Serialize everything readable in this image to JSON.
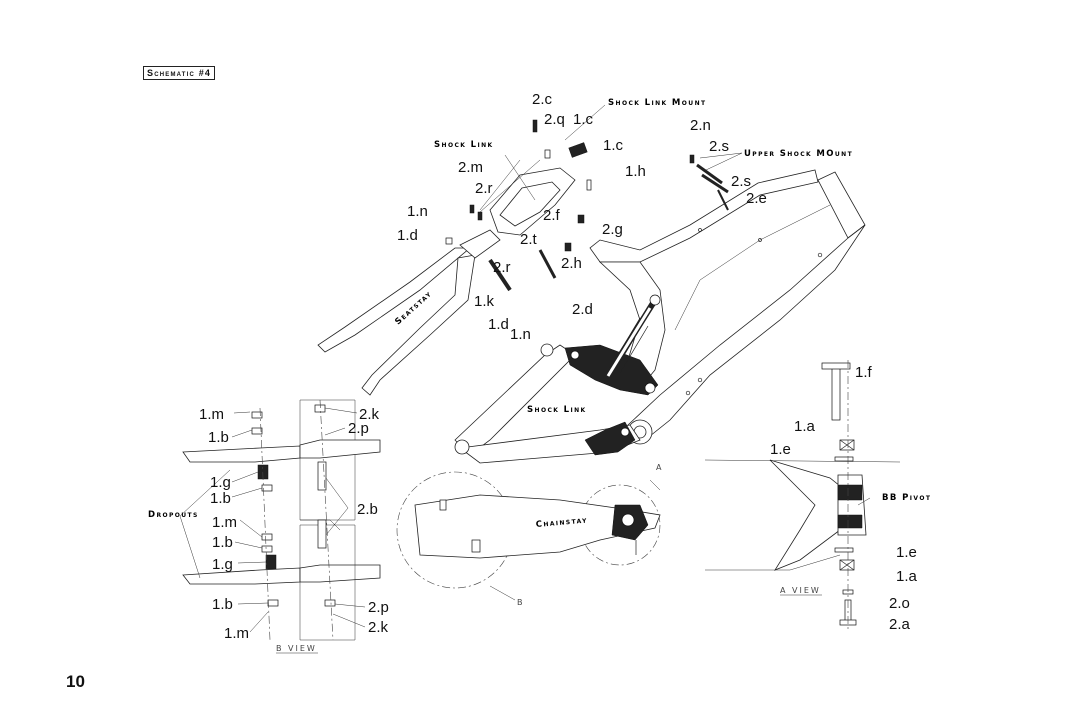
{
  "title": "Schematic #4",
  "page_number": "10",
  "callouts": {
    "shock_link_mount": "Shock Link Mount",
    "shock_link_top": "Shock Link",
    "upper_shock_mount": "Upper Shock MOunt",
    "seatstay": "Seatstay",
    "shock_link_mid": "Shock Link",
    "dropouts": "Dropouts",
    "chainstay": "Chainstay",
    "bb_pivot": "BB Pivot"
  },
  "views": {
    "b_view": "B VIEW",
    "a_view": "A VIEW",
    "detail_a": "A",
    "detail_b": "B"
  },
  "refs": {
    "r1": "2.c",
    "r2": "2.q",
    "r3": "1.c",
    "r4": "1.c",
    "r5": "2.m",
    "r6": "2.r",
    "r7": "1.h",
    "r8": "1.n",
    "r9": "1.d",
    "r10": "2.f",
    "r11": "2.g",
    "r12": "2.t",
    "r13": "2.r",
    "r14": "2.h",
    "r15": "1.k",
    "r16": "2.d",
    "r17": "1.d",
    "r18": "1.n",
    "r19": "2.n",
    "r20": "2.s",
    "r21": "2.s",
    "r22": "2.e",
    "r23": "1.m",
    "r24": "1.b",
    "r25": "1.g",
    "r26": "1.b",
    "r27": "1.m",
    "r28": "1.b",
    "r29": "1.g",
    "r30": "1.b",
    "r31": "1.m",
    "r32": "2.k",
    "r33": "2.p",
    "r34": "2.b",
    "r35": "2.p",
    "r36": "2.k",
    "r37": "1.f",
    "r38": "1.a",
    "r39": "1.e",
    "r40": "1.e",
    "r41": "1.a",
    "r42": "2.o",
    "r43": "2.a"
  }
}
